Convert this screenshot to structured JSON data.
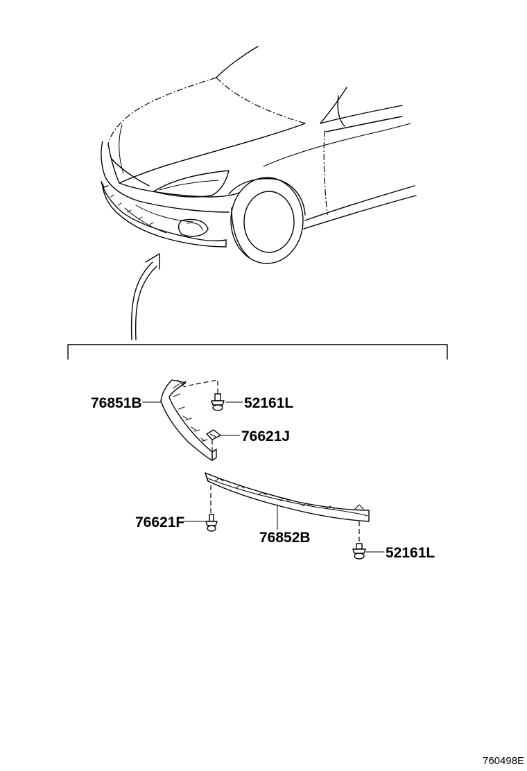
{
  "diagram": {
    "figure_code": "760498E",
    "parts": {
      "p76851B": "76851B",
      "p52161L_top": "52161L",
      "p76621J": "76621J",
      "p76621F": "76621F",
      "p76852B": "76852B",
      "p52161L_bottom": "52161L"
    }
  }
}
